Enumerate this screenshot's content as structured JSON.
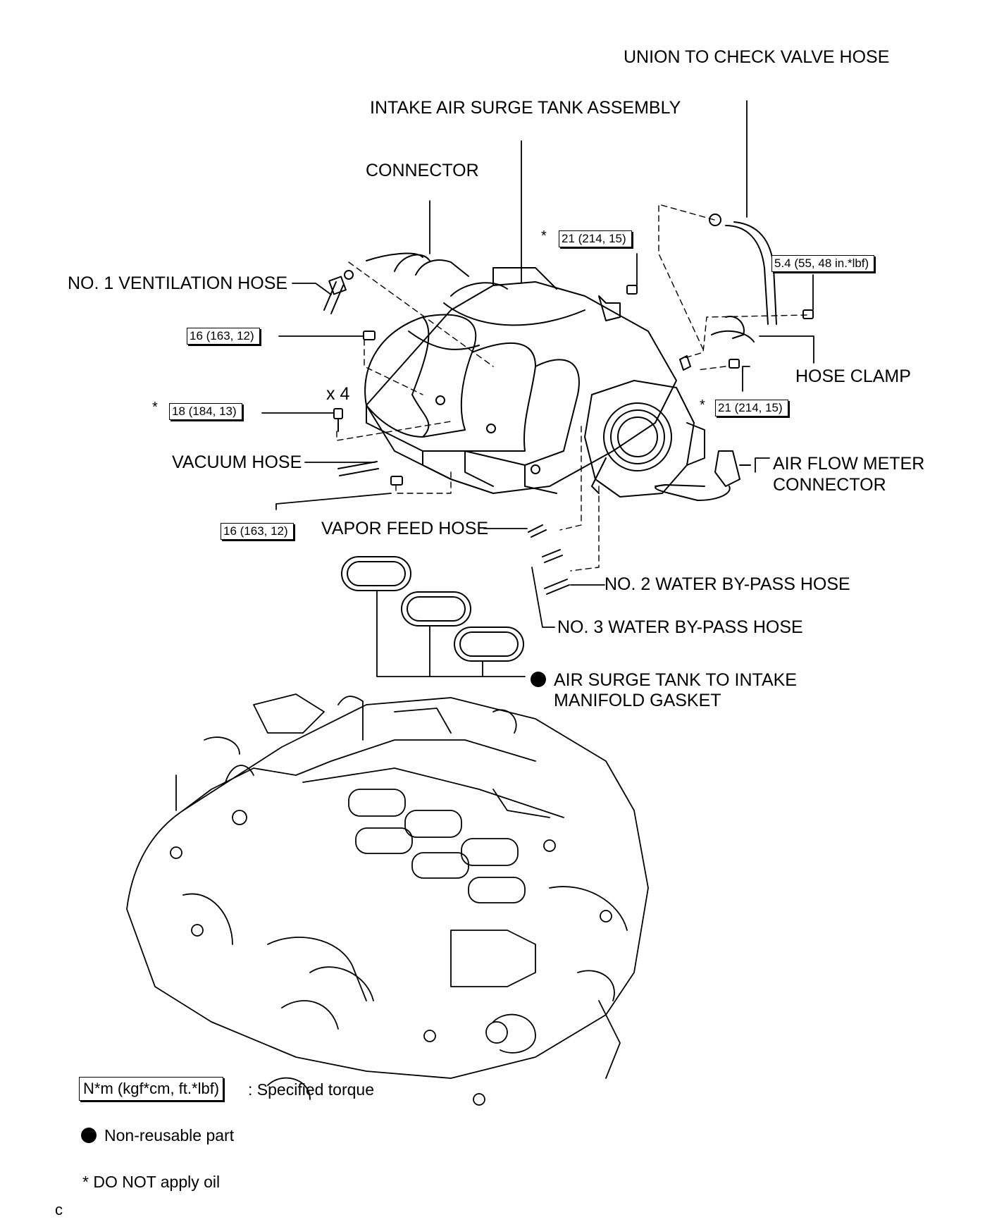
{
  "labels": {
    "union_hose": "UNION TO CHECK VALVE HOSE",
    "surge_tank": "INTAKE AIR SURGE TANK ASSEMBLY",
    "connector": "CONNECTOR",
    "vent_hose": "NO. 1 VENTILATION HOSE",
    "hose_clamp": "HOSE CLAMP",
    "x4": "x 4",
    "vacuum_hose": "VACUUM HOSE",
    "air_flow_1": "AIR FLOW METER",
    "air_flow_2": "CONNECTOR",
    "vapor_hose": "VAPOR FEED HOSE",
    "water2": "NO. 2 WATER BY-PASS HOSE",
    "water3": "NO. 3 WATER BY-PASS HOSE",
    "gasket_1": "AIR SURGE TANK TO INTAKE",
    "gasket_2": "MANIFOLD GASKET"
  },
  "torques": {
    "t21_top": "21 (214, 15)",
    "t54": "5.4 (55, 48 in.*lbf)",
    "t16_top": "16 (163, 12)",
    "t18": "18 (184, 13)",
    "t21_right": "21 (214, 15)",
    "t16_bottom": "16 (163, 12)"
  },
  "asterisk": "*",
  "legend": {
    "torque_box": "N*m (kgf*cm, ft.*lbf)",
    "torque_text": ": Specified torque",
    "nonreusable": "Non-reusable part",
    "no_oil": "* DO NOT apply oil"
  },
  "footer_mark": "c"
}
